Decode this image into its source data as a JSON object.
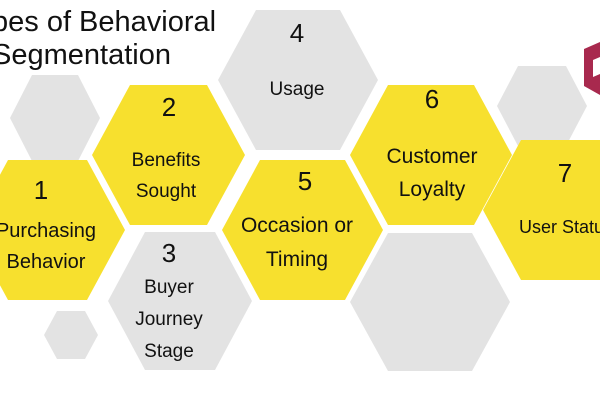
{
  "title": {
    "line1": "pes of Behavioral",
    "line2": "Segmentation"
  },
  "colors": {
    "yellow": "#F7E02E",
    "gray": "#E3E3E3",
    "logo": "#A8294E"
  },
  "segments": [
    {
      "number": "1",
      "label_lines": [
        "Purchasing",
        "Behavior"
      ]
    },
    {
      "number": "2",
      "label_lines": [
        "Benefits",
        "Sought"
      ]
    },
    {
      "number": "3",
      "label_lines": [
        "Buyer",
        "Journey",
        "Stage"
      ]
    },
    {
      "number": "4",
      "label_lines": [
        "Usage"
      ]
    },
    {
      "number": "5",
      "label_lines": [
        "Occasion or",
        "Timing"
      ]
    },
    {
      "number": "6",
      "label_lines": [
        "Customer",
        "Loyalty"
      ]
    },
    {
      "number": "7",
      "label_lines": [
        "User Status"
      ]
    }
  ]
}
